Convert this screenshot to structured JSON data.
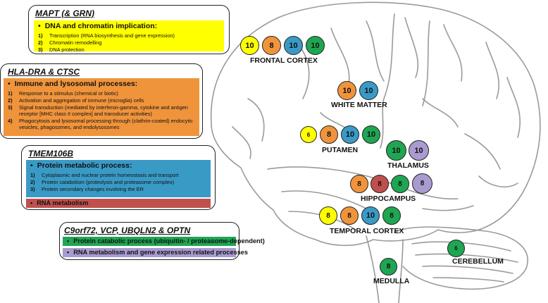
{
  "colors": {
    "yellow": "#ffff00",
    "orange": "#f0943c",
    "blue": "#3a9ac6",
    "green": "#1fa652",
    "red": "#c0504d",
    "purple": "#a99bd0"
  },
  "boxes": {
    "mapt": {
      "title": "MAPT (& GRN)",
      "band_head": "DNA and chromatin implication:",
      "items": [
        {
          "num": "1)",
          "text": "Transcription (RNA biosynthesis and gene expression)"
        },
        {
          "num": "2)",
          "text": "Chromatin remodelling"
        },
        {
          "num": "3)",
          "text": "DNA protection"
        }
      ]
    },
    "hla": {
      "title": "HLA-DRA & CTSC",
      "band_head": "Immune and lysosomal processes:",
      "items": [
        {
          "num": "1)",
          "text": "Response to a stimulus (chemical or biotic)"
        },
        {
          "num": "2)",
          "text": "Activation and aggregation of immune (microglia) cells"
        },
        {
          "num": "3)",
          "text": "Signal transduction (mediated by interferon-gamma, cytokine and antigen receptor [MHC class II complex] and transducer activities)"
        },
        {
          "num": "4)",
          "text": "Phagocytosis and lysosomal processing through (clathrin-coated) endocytic vesicles, phagosomes, and endolysosomes"
        }
      ]
    },
    "tmem": {
      "title": "TMEM106B",
      "band_head": "Protein metabolic process:",
      "items": [
        {
          "num": "1)",
          "text": "Cytoplasmic and nuclear protein homeostasis and transport"
        },
        {
          "num": "2)",
          "text": "Protein catabolism (proteolysis and proteasome complex)"
        },
        {
          "num": "3)",
          "text": "Protein secondary changes involving the ER"
        }
      ],
      "red_band": "RNA metabolism"
    },
    "c9": {
      "title": "C9orf72, VCP, UBQLN2 & OPTN",
      "green_band": "Protein catabolic process (ubiquitin- / proteasome-dependent)",
      "purple_band": "RNA metabolism and gene expression related processes"
    }
  },
  "regions": [
    {
      "name": "FRONTAL CORTEX",
      "markers": [
        {
          "value": "10",
          "color": "yellow"
        },
        {
          "value": "8",
          "color": "orange"
        },
        {
          "value": "10",
          "color": "blue"
        },
        {
          "value": "10",
          "color": "green"
        }
      ]
    },
    {
      "name": "WHITE MATTER",
      "markers": [
        {
          "value": "10",
          "color": "orange"
        },
        {
          "value": "10",
          "color": "blue"
        }
      ]
    },
    {
      "name": "PUTAMEN",
      "markers": [
        {
          "value": "6",
          "color": "yellow"
        },
        {
          "value": "8",
          "color": "orange"
        },
        {
          "value": "10",
          "color": "blue"
        },
        {
          "value": "10",
          "color": "green"
        }
      ]
    },
    {
      "name": "THALAMUS",
      "markers": [
        {
          "value": "10",
          "color": "green"
        },
        {
          "value": "10",
          "color": "purple"
        }
      ]
    },
    {
      "name": "HIPPOCAMPUS",
      "markers": [
        {
          "value": "8",
          "color": "orange"
        },
        {
          "value": "8",
          "color": "red"
        },
        {
          "value": "8",
          "color": "green"
        },
        {
          "value": "8",
          "color": "purple"
        }
      ]
    },
    {
      "name": "TEMPORAL CORTEX",
      "markers": [
        {
          "value": "8",
          "color": "yellow"
        },
        {
          "value": "8",
          "color": "orange"
        },
        {
          "value": "10",
          "color": "blue"
        },
        {
          "value": "8",
          "color": "green"
        }
      ]
    },
    {
      "name": "CEREBELLUM",
      "markers": [
        {
          "value": "6",
          "color": "green"
        }
      ]
    },
    {
      "name": "MEDULLA",
      "markers": [
        {
          "value": "8",
          "color": "green"
        }
      ]
    }
  ]
}
